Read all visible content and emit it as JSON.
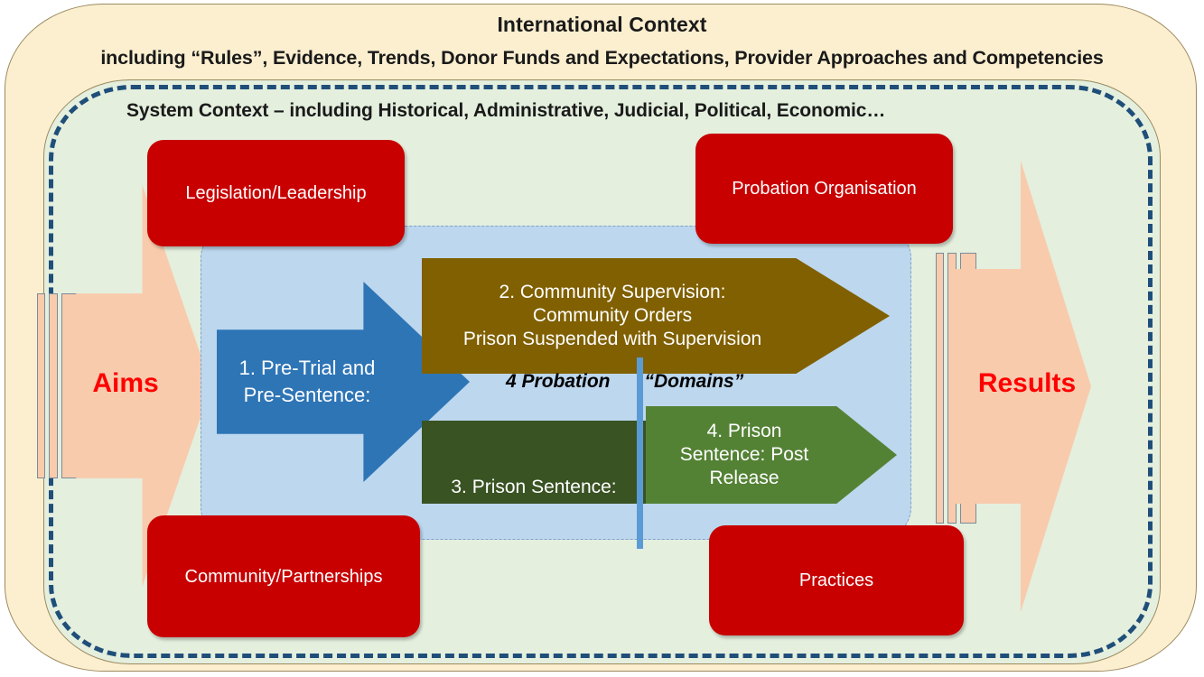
{
  "international_context": {
    "title": "International Context",
    "subtitle": "including “Rules”, Evidence, Trends, Donor Funds and Expectations, Provider Approaches and Competencies",
    "bg_color": "#FCEFD0"
  },
  "system_context": {
    "title": "System Context – including Historical, Administrative, Judicial, Political, Economic…",
    "bg_color": "#E4EFDE",
    "border_color": "#1F4E79"
  },
  "flow": {
    "input_label": "Aims",
    "output_label": "Results",
    "arrow_color": "#F8CBAD",
    "label_color": "#FF0000"
  },
  "enabler_boxes": [
    {
      "label": "Legislation/Leadership",
      "position": "top-left"
    },
    {
      "label": "Probation Organisation",
      "position": "top-right"
    },
    {
      "label": "Community/Partnerships",
      "position": "bottom-left"
    },
    {
      "label": "Practices",
      "position": "bottom-right"
    }
  ],
  "enabler_color": "#C80000",
  "panel": {
    "bg_color": "#BDD7EE",
    "caption_left": "4 Probation",
    "caption_right": "“Domains”",
    "divider_color": "#5B9BD5"
  },
  "domains": [
    {
      "id": "domain-1",
      "lines": [
        "1. Pre-Trial and",
        "Pre-Sentence:"
      ],
      "color": "#2E75B6",
      "shape": "arrow-right"
    },
    {
      "id": "domain-2",
      "lines": [
        "2. Community Supervision:",
        "Community Orders",
        "Prison Suspended with Supervision"
      ],
      "color": "#806000",
      "shape": "arrow-right"
    },
    {
      "id": "domain-3",
      "lines": [
        "3. Prison Sentence:"
      ],
      "color": "#3A5323",
      "shape": "rectangle"
    },
    {
      "id": "domain-4",
      "lines": [
        "4. Prison",
        "Sentence: Post",
        "Release"
      ],
      "color": "#548235",
      "shape": "arrow-right"
    }
  ]
}
